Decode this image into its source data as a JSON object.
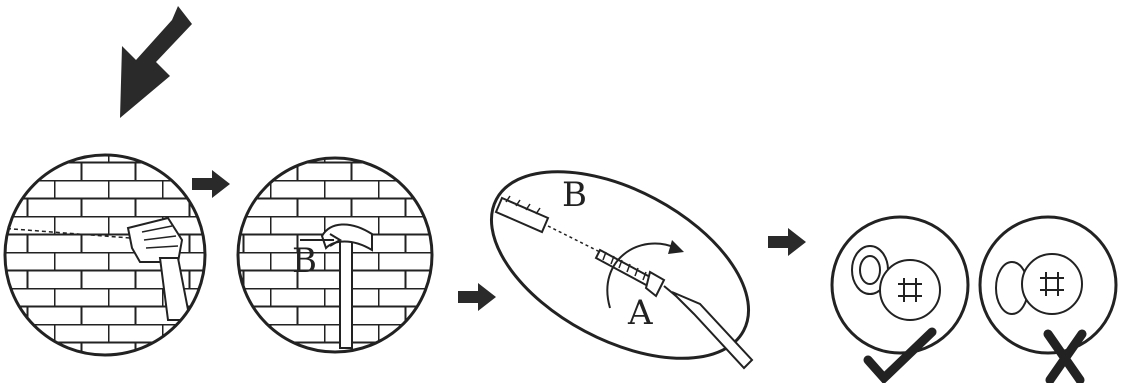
{
  "step1": {
    "icon": "drill-into-brick-wall"
  },
  "step2": {
    "icon": "hammer-anchor-into-wall",
    "label_b": "B"
  },
  "step3": {
    "icon": "screw-into-anchor-with-screwdriver",
    "label_b": "B",
    "label_a": "A"
  },
  "step4": {
    "correct_icon": "check-mark",
    "incorrect_icon": "x-mark"
  },
  "colors": {
    "ink": "#222222",
    "arrow": "#333333",
    "paper": "#ffffff"
  }
}
